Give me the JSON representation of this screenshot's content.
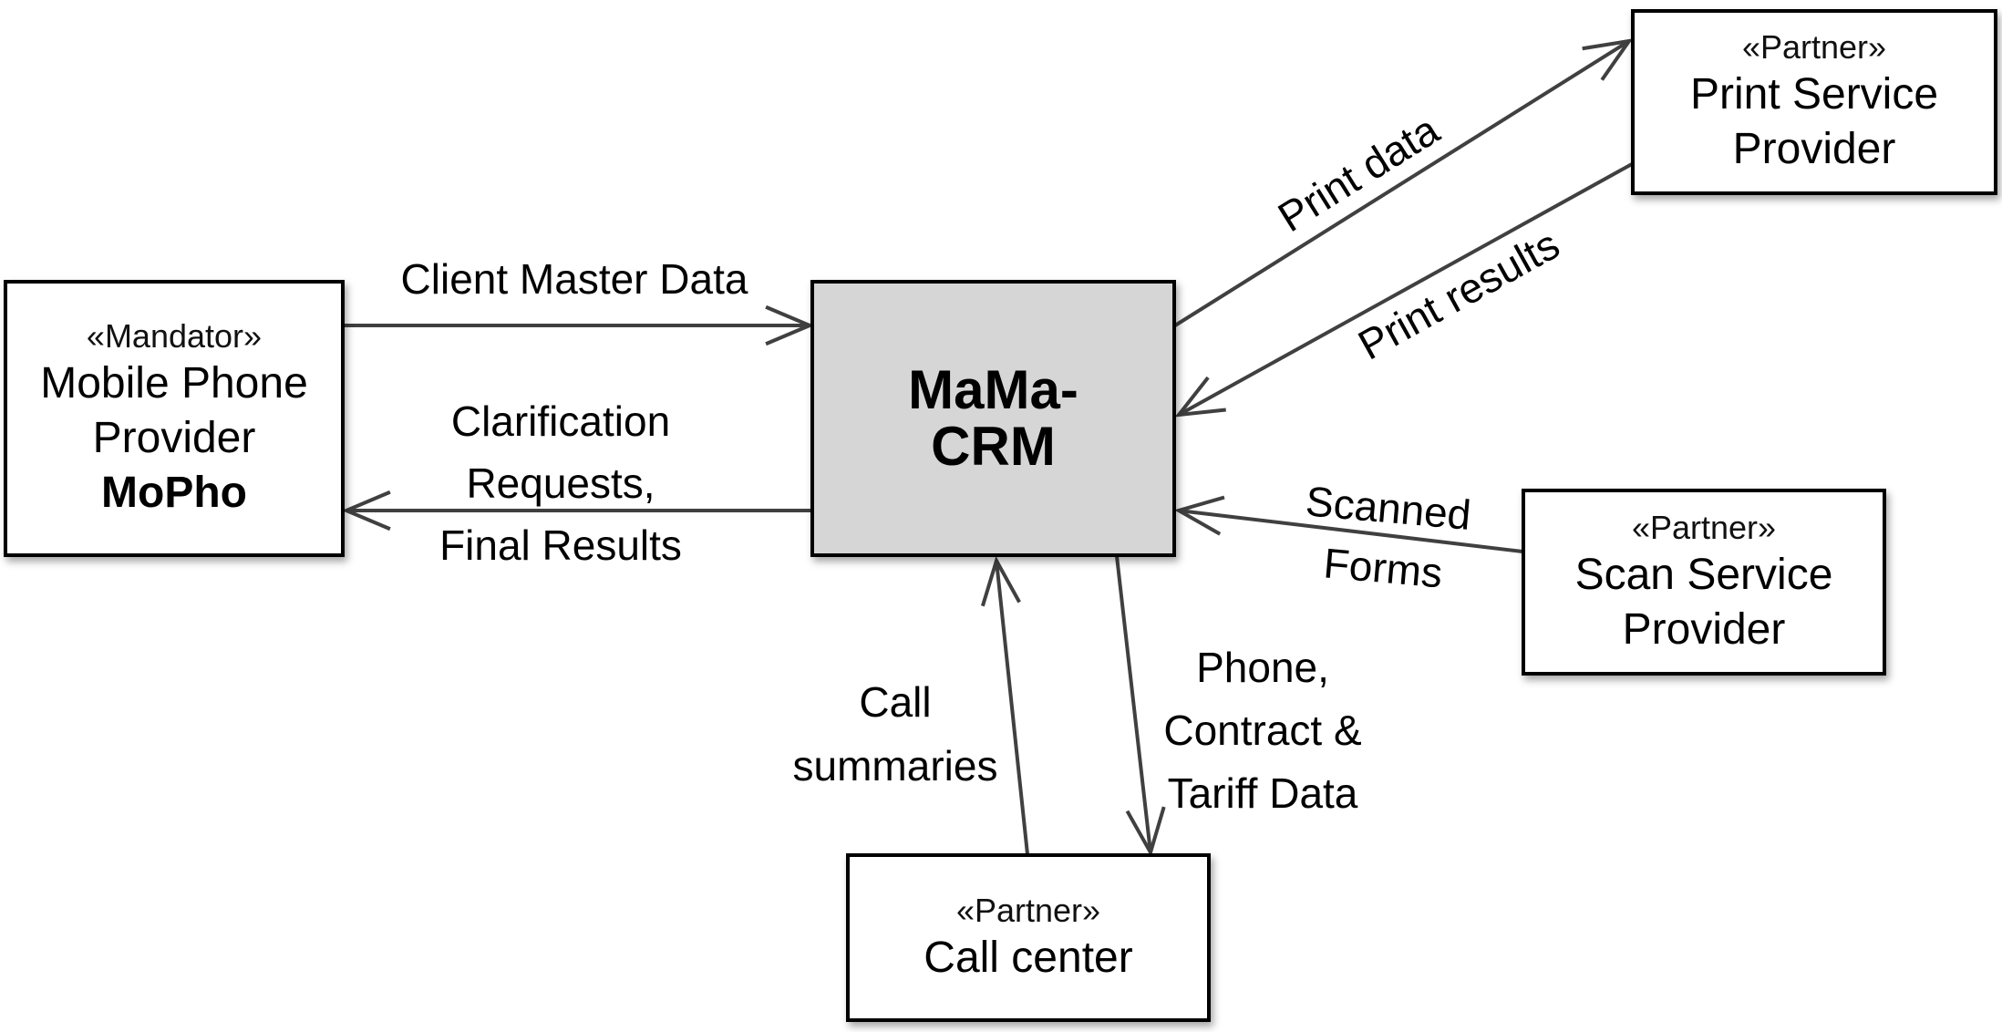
{
  "diagram": {
    "colors": {
      "line": "#404040",
      "box_border": "#000000",
      "box_fill": "#ffffff",
      "central_fill": "#d6d6d6"
    },
    "nodes": {
      "mandator": {
        "stereotype": "«Mandator»",
        "lines": [
          "Mobile Phone",
          "Provider"
        ],
        "bold_line": "MoPho"
      },
      "crm": {
        "lines": [
          "MaMa-",
          "CRM"
        ]
      },
      "print": {
        "stereotype": "«Partner»",
        "lines": [
          "Print Service",
          "Provider"
        ]
      },
      "scan": {
        "stereotype": "«Partner»",
        "lines": [
          "Scan Service",
          "Provider"
        ]
      },
      "callcenter": {
        "stereotype": "«Partner»",
        "lines": [
          "Call center"
        ]
      }
    },
    "edges": [
      {
        "id": "client-master-data",
        "from": "mandator",
        "to": "crm",
        "label": [
          "Client Master Data"
        ]
      },
      {
        "id": "clarification",
        "from": "crm",
        "to": "mandator",
        "label": [
          "Clarification",
          "Requests,",
          "Final Results"
        ]
      },
      {
        "id": "print-data",
        "from": "crm",
        "to": "print",
        "label": [
          "Print data"
        ]
      },
      {
        "id": "print-results",
        "from": "print",
        "to": "crm",
        "label": [
          "Print results"
        ]
      },
      {
        "id": "scanned-forms",
        "from": "scan",
        "to": "crm",
        "label": [
          "Scanned",
          "Forms"
        ]
      },
      {
        "id": "call-summaries",
        "from": "callcenter",
        "to": "crm",
        "label": [
          "Call",
          "summaries"
        ]
      },
      {
        "id": "phone-contract-tariff",
        "from": "crm",
        "to": "callcenter",
        "label": [
          "Phone,",
          "Contract &",
          "Tariff Data"
        ]
      }
    ]
  }
}
